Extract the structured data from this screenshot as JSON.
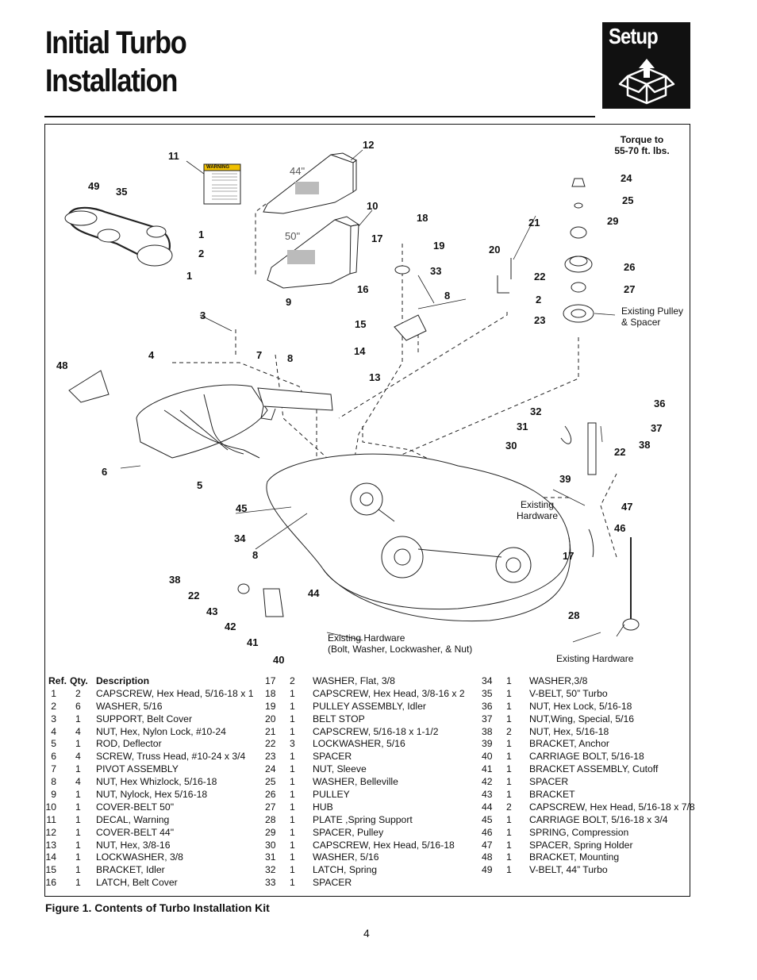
{
  "page": {
    "title_line1": "Initial Turbo",
    "title_line2": "Installation",
    "section_tab": "Setup",
    "page_number": "4",
    "caption": "Figure 1.  Contents of Turbo Installation Kit"
  },
  "diagram": {
    "callouts": [
      "11",
      "12",
      "49",
      "35",
      "10",
      "44\"",
      "50\"",
      "1",
      "2",
      "1",
      "3",
      "9",
      "17",
      "18",
      "19",
      "33",
      "16",
      "8",
      "15",
      "14",
      "13",
      "20",
      "21",
      "22",
      "2",
      "23",
      "24",
      "25",
      "29",
      "26",
      "27",
      "48",
      "4",
      "7",
      "8",
      "6",
      "5",
      "36",
      "37",
      "38",
      "32",
      "31",
      "30",
      "22",
      "39",
      "45",
      "34",
      "8",
      "47",
      "46",
      "17",
      "28",
      "38",
      "22",
      "43",
      "42",
      "41",
      "40",
      "44"
    ],
    "notes": {
      "torque": "Torque to\n55-70 ft. lbs.",
      "existing_pulley": "Existing Pulley\n& Spacer",
      "existing_hardware_mid": "Existing\nHardware",
      "existing_hardware_bottom_left": "Existing Hardware\n(Bolt, Washer, Lockwasher, & Nut)",
      "existing_hardware_bottom_right": "Existing Hardware"
    },
    "decal": {
      "heading": "WARNING"
    }
  },
  "parts_list": {
    "headers": {
      "ref": "Ref.",
      "qty": "Qty.",
      "desc": "Description"
    },
    "columns": [
      [
        [
          "1",
          "2",
          "CAPSCREW, Hex Head, 5/16-18 x 1"
        ],
        [
          "2",
          "6",
          "WASHER, 5/16"
        ],
        [
          "3",
          "1",
          "SUPPORT, Belt Cover"
        ],
        [
          "4",
          "4",
          "NUT, Hex, Nylon Lock, #10-24"
        ],
        [
          "5",
          "1",
          "ROD, Deflector"
        ],
        [
          "6",
          "4",
          "SCREW, Truss Head, #10-24 x 3/4"
        ],
        [
          "7",
          "1",
          "PIVOT ASSEMBLY"
        ],
        [
          "8",
          "4",
          "NUT, Hex Whizlock, 5/16-18"
        ],
        [
          "9",
          "1",
          "NUT, Nylock, Hex 5/16-18"
        ],
        [
          "10",
          "1",
          "COVER-BELT 50\""
        ],
        [
          "11",
          "1",
          "DECAL, Warning"
        ],
        [
          "12",
          "1",
          "COVER-BELT 44\""
        ],
        [
          "13",
          "1",
          "NUT, Hex, 3/8-16"
        ],
        [
          "14",
          "1",
          "LOCKWASHER, 3/8"
        ],
        [
          "15",
          "1",
          "BRACKET, Idler"
        ],
        [
          "16",
          "1",
          "LATCH, Belt Cover"
        ]
      ],
      [
        [
          "17",
          "2",
          "WASHER, Flat, 3/8"
        ],
        [
          "18",
          "1",
          "CAPSCREW, Hex Head, 3/8-16 x 2"
        ],
        [
          "19",
          "1",
          "PULLEY ASSEMBLY, Idler"
        ],
        [
          "20",
          "1",
          "BELT STOP"
        ],
        [
          "21",
          "1",
          "CAPSCREW, 5/16-18 x 1-1/2"
        ],
        [
          "22",
          "3",
          "LOCKWASHER, 5/16"
        ],
        [
          "23",
          "1",
          "SPACER"
        ],
        [
          "24",
          "1",
          "NUT, Sleeve"
        ],
        [
          "25",
          "1",
          "WASHER, Belleville"
        ],
        [
          "26",
          "1",
          "PULLEY"
        ],
        [
          "27",
          "1",
          "HUB"
        ],
        [
          "28",
          "1",
          "PLATE ,Spring Support"
        ],
        [
          "29",
          "1",
          "SPACER, Pulley"
        ],
        [
          "30",
          "1",
          "CAPSCREW, Hex Head, 5/16-18"
        ],
        [
          "31",
          "1",
          "WASHER, 5/16"
        ],
        [
          "32",
          "1",
          "LATCH, Spring"
        ],
        [
          "33",
          "1",
          "SPACER"
        ]
      ],
      [
        [
          "34",
          "1",
          "WASHER,3/8"
        ],
        [
          "35",
          "1",
          "V-BELT, 50” Turbo"
        ],
        [
          "36",
          "1",
          "NUT, Hex Lock, 5/16-18"
        ],
        [
          "37",
          "1",
          "NUT,Wing, Special, 5/16"
        ],
        [
          "38",
          "2",
          "NUT, Hex, 5/16-18"
        ],
        [
          "39",
          "1",
          "BRACKET, Anchor"
        ],
        [
          "40",
          "1",
          "CARRIAGE BOLT, 5/16-18"
        ],
        [
          "41",
          "1",
          "BRACKET ASSEMBLY, Cutoff"
        ],
        [
          "42",
          "1",
          "SPACER"
        ],
        [
          "43",
          "1",
          "BRACKET"
        ],
        [
          "44",
          "2",
          "CAPSCREW, Hex Head, 5/16-18 x 7/8"
        ],
        [
          "45",
          "1",
          "CARRIAGE BOLT, 5/16-18 x 3/4"
        ],
        [
          "46",
          "1",
          "SPRING, Compression"
        ],
        [
          "47",
          "1",
          "SPACER, Spring Holder"
        ],
        [
          "48",
          "1",
          "BRACKET, Mounting"
        ],
        [
          "49",
          "1",
          "V-BELT, 44” Turbo"
        ]
      ]
    ]
  }
}
